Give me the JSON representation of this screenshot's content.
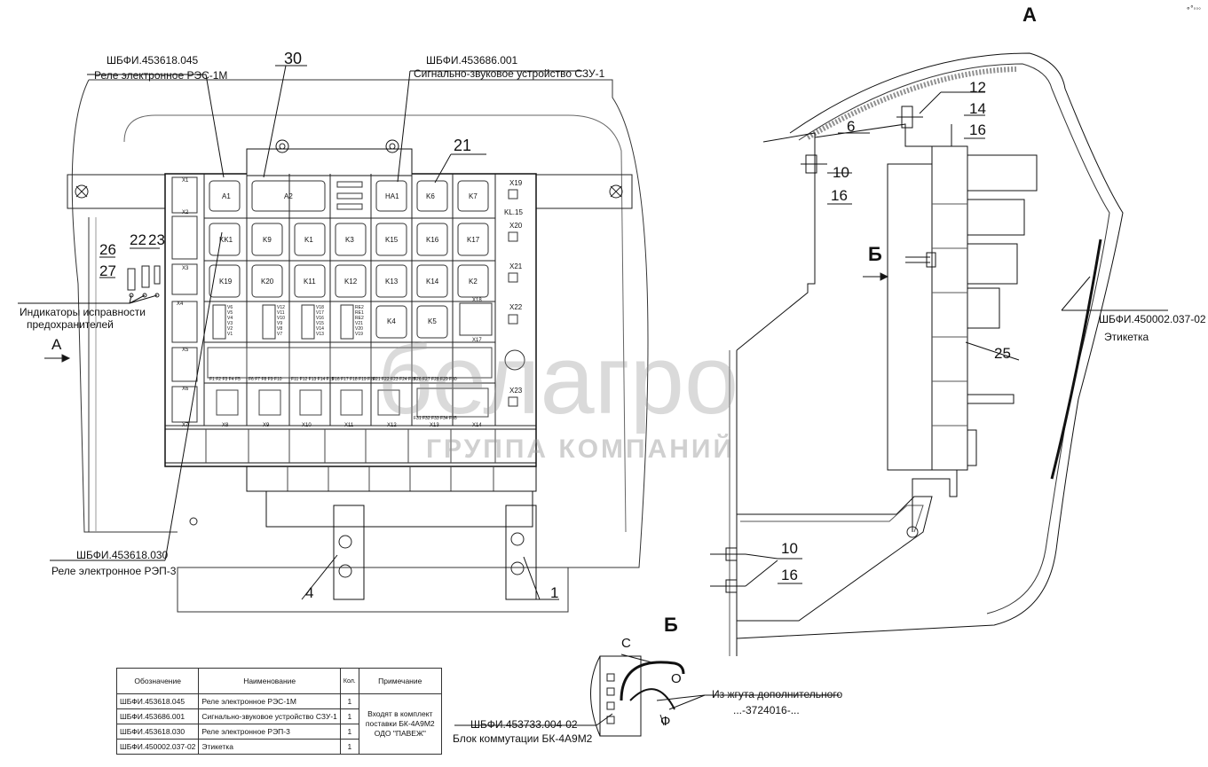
{
  "header": {
    "corner_mark": "∘°◦◦◦"
  },
  "views": {
    "a": "А",
    "b": "Б",
    "b_arrow": "Б",
    "a_arrow": "А"
  },
  "callouts": {
    "n30": "30",
    "n21": "21",
    "n26": "26",
    "n27": "27",
    "n22": "22",
    "n23": "23",
    "n4": "4",
    "n1": "1",
    "n12": "12",
    "n14": "14",
    "n16a": "16",
    "n10a": "10",
    "n16b": "16",
    "n6": "6",
    "n25": "25",
    "n10b": "10",
    "n16c": "16"
  },
  "labels": {
    "code_045": "ШБФИ.453618.045",
    "name_045": "Реле электронное РЭС-1М",
    "code_001": "ШБФИ.453686.001",
    "name_001": "Сигнально-звуковое устройство СЗУ-1",
    "indicators_1": "Индикаторы исправности",
    "indicators_2": "предохранителей",
    "code_030": "ШБФИ.453618.030",
    "name_030": "Реле электронное РЭП-3",
    "code_037": "ШБФИ.450002.037-02",
    "name_037": "Этикетка",
    "code_004": "ШБФИ.453733.004-02",
    "name_004": "Блок коммутации БК-4А9М2",
    "harness_1": "Из жгута дополнительного",
    "harness_2": "...-3724016-...",
    "wire_c": "С",
    "wire_o": "О",
    "wire_f": "Ф"
  },
  "block": {
    "row1": [
      "A1",
      "A2",
      "HA1",
      "K6",
      "K7"
    ],
    "row2": [
      "KK1",
      "K9",
      "K1",
      "K3",
      "K15",
      "K16",
      "K17"
    ],
    "row3": [
      "K19",
      "K20",
      "K11",
      "K12",
      "K13",
      "K14",
      "K2"
    ],
    "row4": [
      "K4",
      "K5"
    ],
    "x_left": [
      "X1",
      "X2",
      "X3",
      "X4",
      "X5",
      "X6"
    ],
    "x_right": [
      "X19",
      "KL.15",
      "X20",
      "X21",
      "X22",
      "X23"
    ],
    "x_bottom": [
      "X7",
      "X8",
      "X9",
      "X10",
      "X11",
      "X12",
      "X13",
      "X14"
    ],
    "fuse_rows": [
      "F1 F2 F3 F4 F5",
      "F6 F7 F8 F9 F10",
      "F11 F12 F13 F14 F15",
      "F16 F17 F18 F19 F20",
      "F21 F22 F23 F24 F25",
      "F26 F27 F28 F29 F30",
      "F31 F32 F33 F34 F35"
    ],
    "fuse_ind_1": [
      "V6",
      "V5",
      "V4",
      "V3",
      "V2",
      "V1"
    ],
    "fuse_ind_2": [
      "V12",
      "V11",
      "V10",
      "V9",
      "V8",
      "V7"
    ],
    "fuse_ind_3": [
      "V18",
      "V17",
      "V16",
      "V15",
      "V14",
      "V13"
    ],
    "fuse_ind_4": [
      "RE2",
      "RE1",
      "RE2",
      "V21",
      "V20",
      "V19"
    ],
    "x17": "X17",
    "x18": "X18"
  },
  "watermark": {
    "brand": "белагро",
    "tagline": "ГРУППА КОМПАНИЙ"
  },
  "table": {
    "headers": [
      "Обозначение",
      "Наименование",
      "Кол.",
      "Примечание"
    ],
    "rows": [
      [
        "ШБФИ.453618.045",
        "Реле электронное РЭС-1М",
        "1"
      ],
      [
        "ШБФИ.453686.001",
        "Сигнально-звуковое устройство СЗУ-1",
        "1"
      ],
      [
        "ШБФИ.453618.030",
        "Реле электронное РЭП-3",
        "1"
      ],
      [
        "ШБФИ.450002.037-02",
        "Этикетка",
        "1"
      ]
    ],
    "note": [
      "Входят в комплект",
      "поставки БК-4А9М2",
      "ОДО \"ПАВЕЖ\""
    ]
  }
}
